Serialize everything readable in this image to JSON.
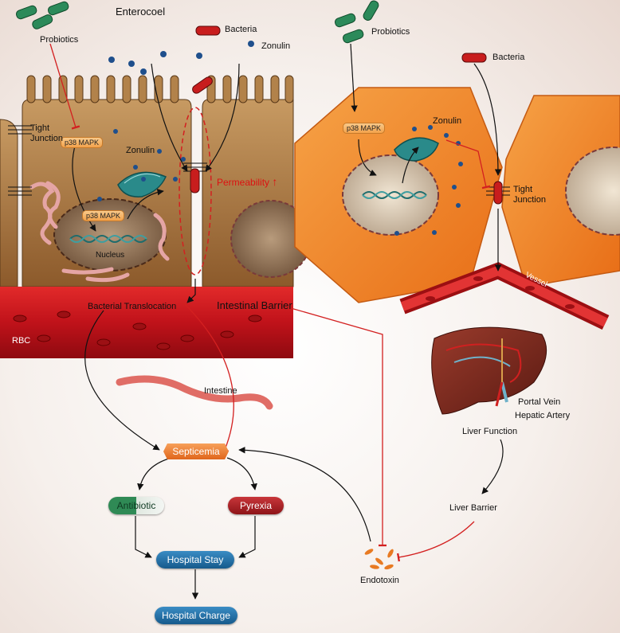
{
  "labels": {
    "enterocoel": "Enterocoel",
    "probiotics_left": "Probiotics",
    "bacteria_left": "Bacteria",
    "zonulin_top_left": "Zonulin",
    "p38_left_top": "p38 MAPK",
    "tight_junction_left": "Tight\nJunction",
    "zonulin_left_cell": "Zonulin",
    "p38_left_nucleus": "p38 MAPK",
    "nucleus": "Nucleus",
    "permeability": "Permeability",
    "bacterial_translocation": "Bacterial Translocation",
    "intestinal_barrier": "Intestinal Barrier",
    "rbc": "RBC",
    "intestine": "Intestine",
    "septicemia": "Septicemia",
    "antibiotic": "Antibiotic",
    "pyrexia": "Pyrexia",
    "hospital_stay": "Hospital Stay",
    "hospital_charge": "Hospital Charge",
    "endotoxin": "Endotoxin",
    "probiotics_right": "Probiotics",
    "bacteria_right": "Bacteria",
    "p38_right": "p38 MAPK",
    "zonulin_right": "Zonulin",
    "tight_junction_right": "Tight\nJunction",
    "vessel": "Vessel",
    "portal_vein": "Portal Vein",
    "hepatic_artery": "Hepatic Artery",
    "liver_function": "Liver Function",
    "liver_barrier": "Liver Barrier"
  },
  "colors": {
    "cell_brown": "#a6713a",
    "cell_orange": "#f08a2a",
    "blood_red": "#c8161b",
    "inhibit_red": "#d32020",
    "arrow_black": "#111111",
    "antibiotic_green": "#2f8a55",
    "pyrexia_red": "#a41f23",
    "hospital_blue": "#1f6fa8",
    "septicemia_orange": "#e8742a"
  }
}
